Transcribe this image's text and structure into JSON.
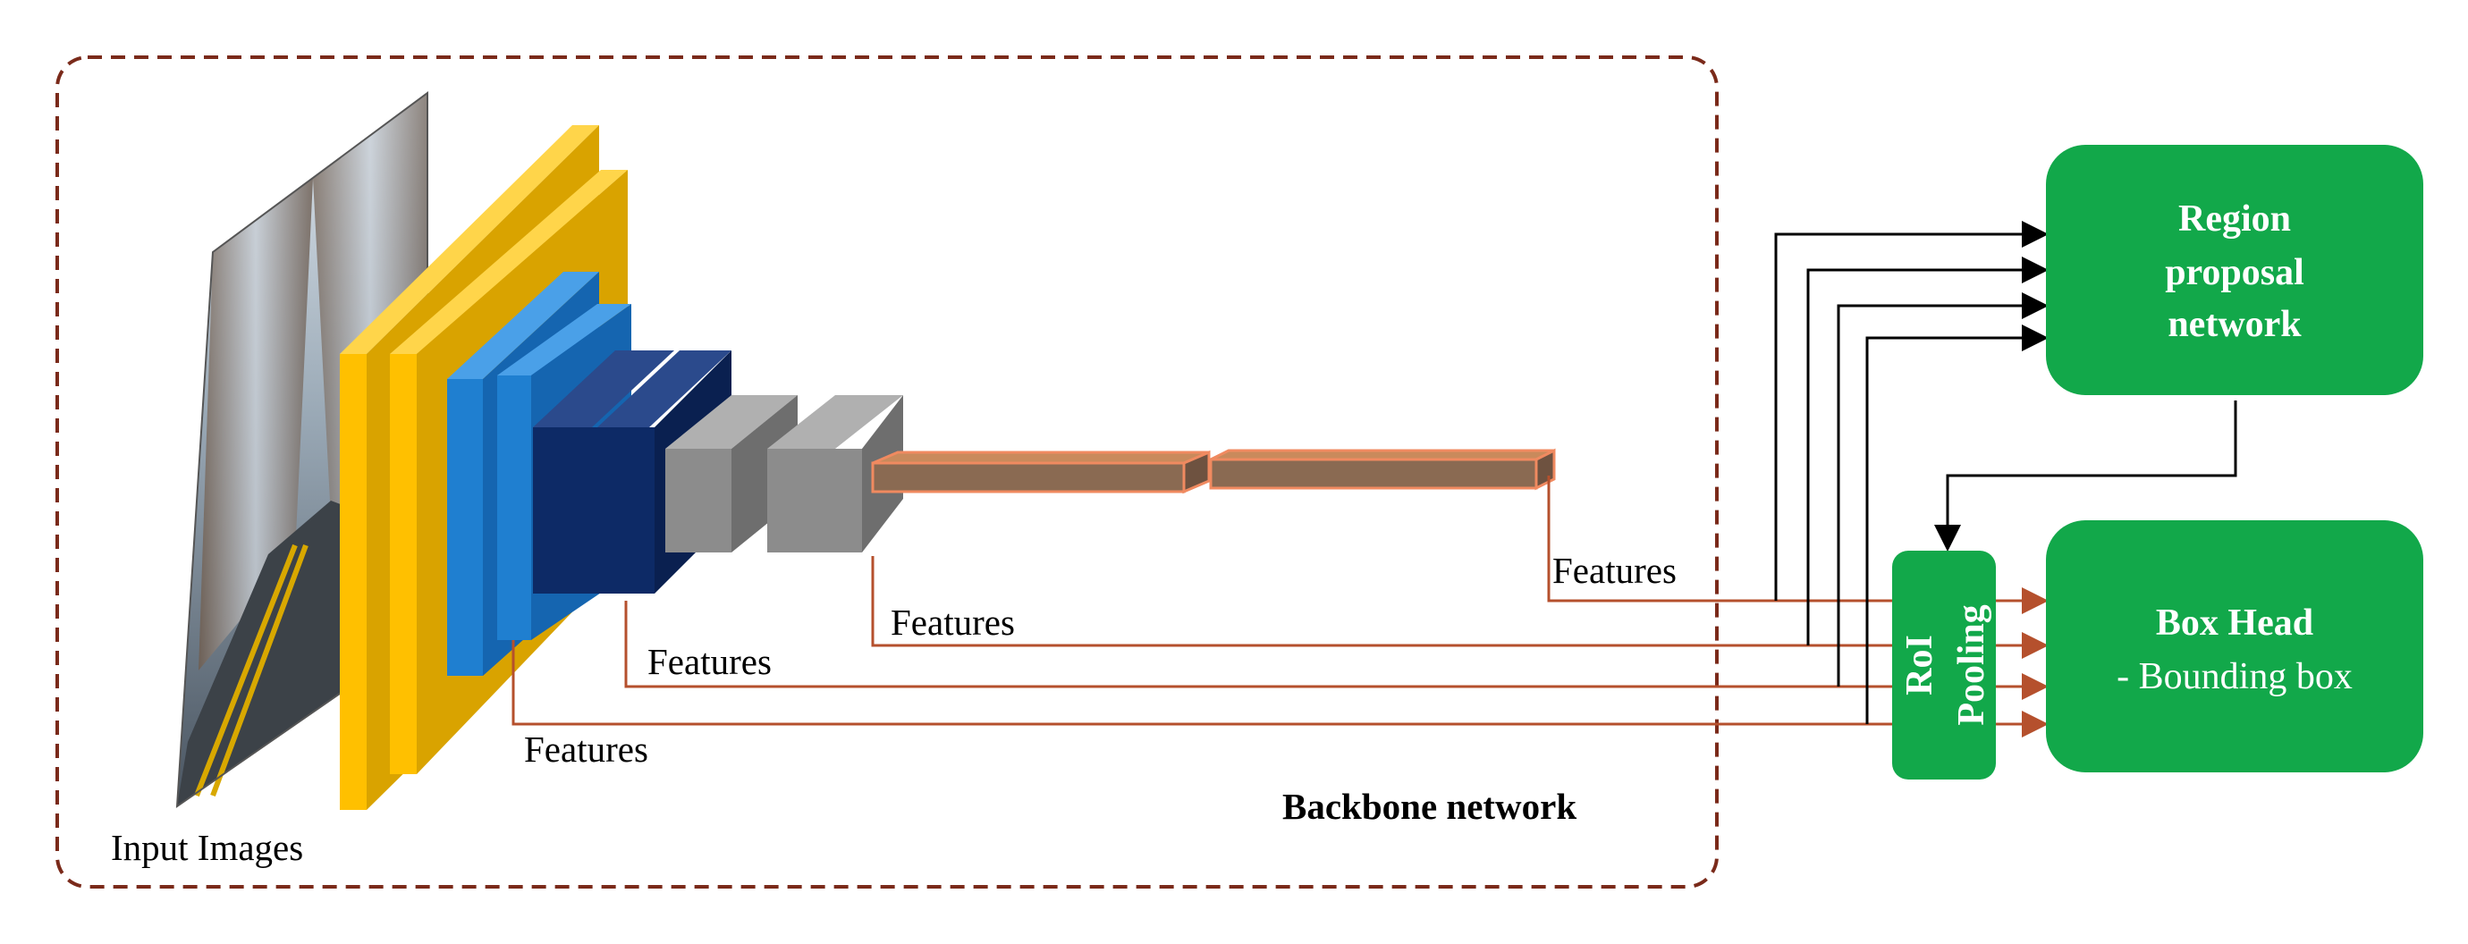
{
  "labels": {
    "input_images": "Input Images",
    "backbone": "Backbone network",
    "feat1": "Features",
    "feat2": "Features",
    "feat3": "Features",
    "feat4": "Features"
  },
  "rpn": {
    "line1": "Region",
    "line2": "proposal",
    "line3": "network"
  },
  "roi": {
    "line1": "RoI",
    "line2": "Pooling"
  },
  "box_head": {
    "line1": "Box Head",
    "line2": "- Bounding box"
  },
  "colors": {
    "green": "#12a84a",
    "yellow": "#ffc000",
    "yellow_dark": "#d9a300",
    "blue": "#1f7fd0",
    "blue_dark": "#1565b0",
    "navy": "#0d2a66",
    "gray": "#8c8c8c",
    "feature_line": "#b5502d",
    "dash_border": "#7a2a1a",
    "arrow_black": "#000000"
  }
}
